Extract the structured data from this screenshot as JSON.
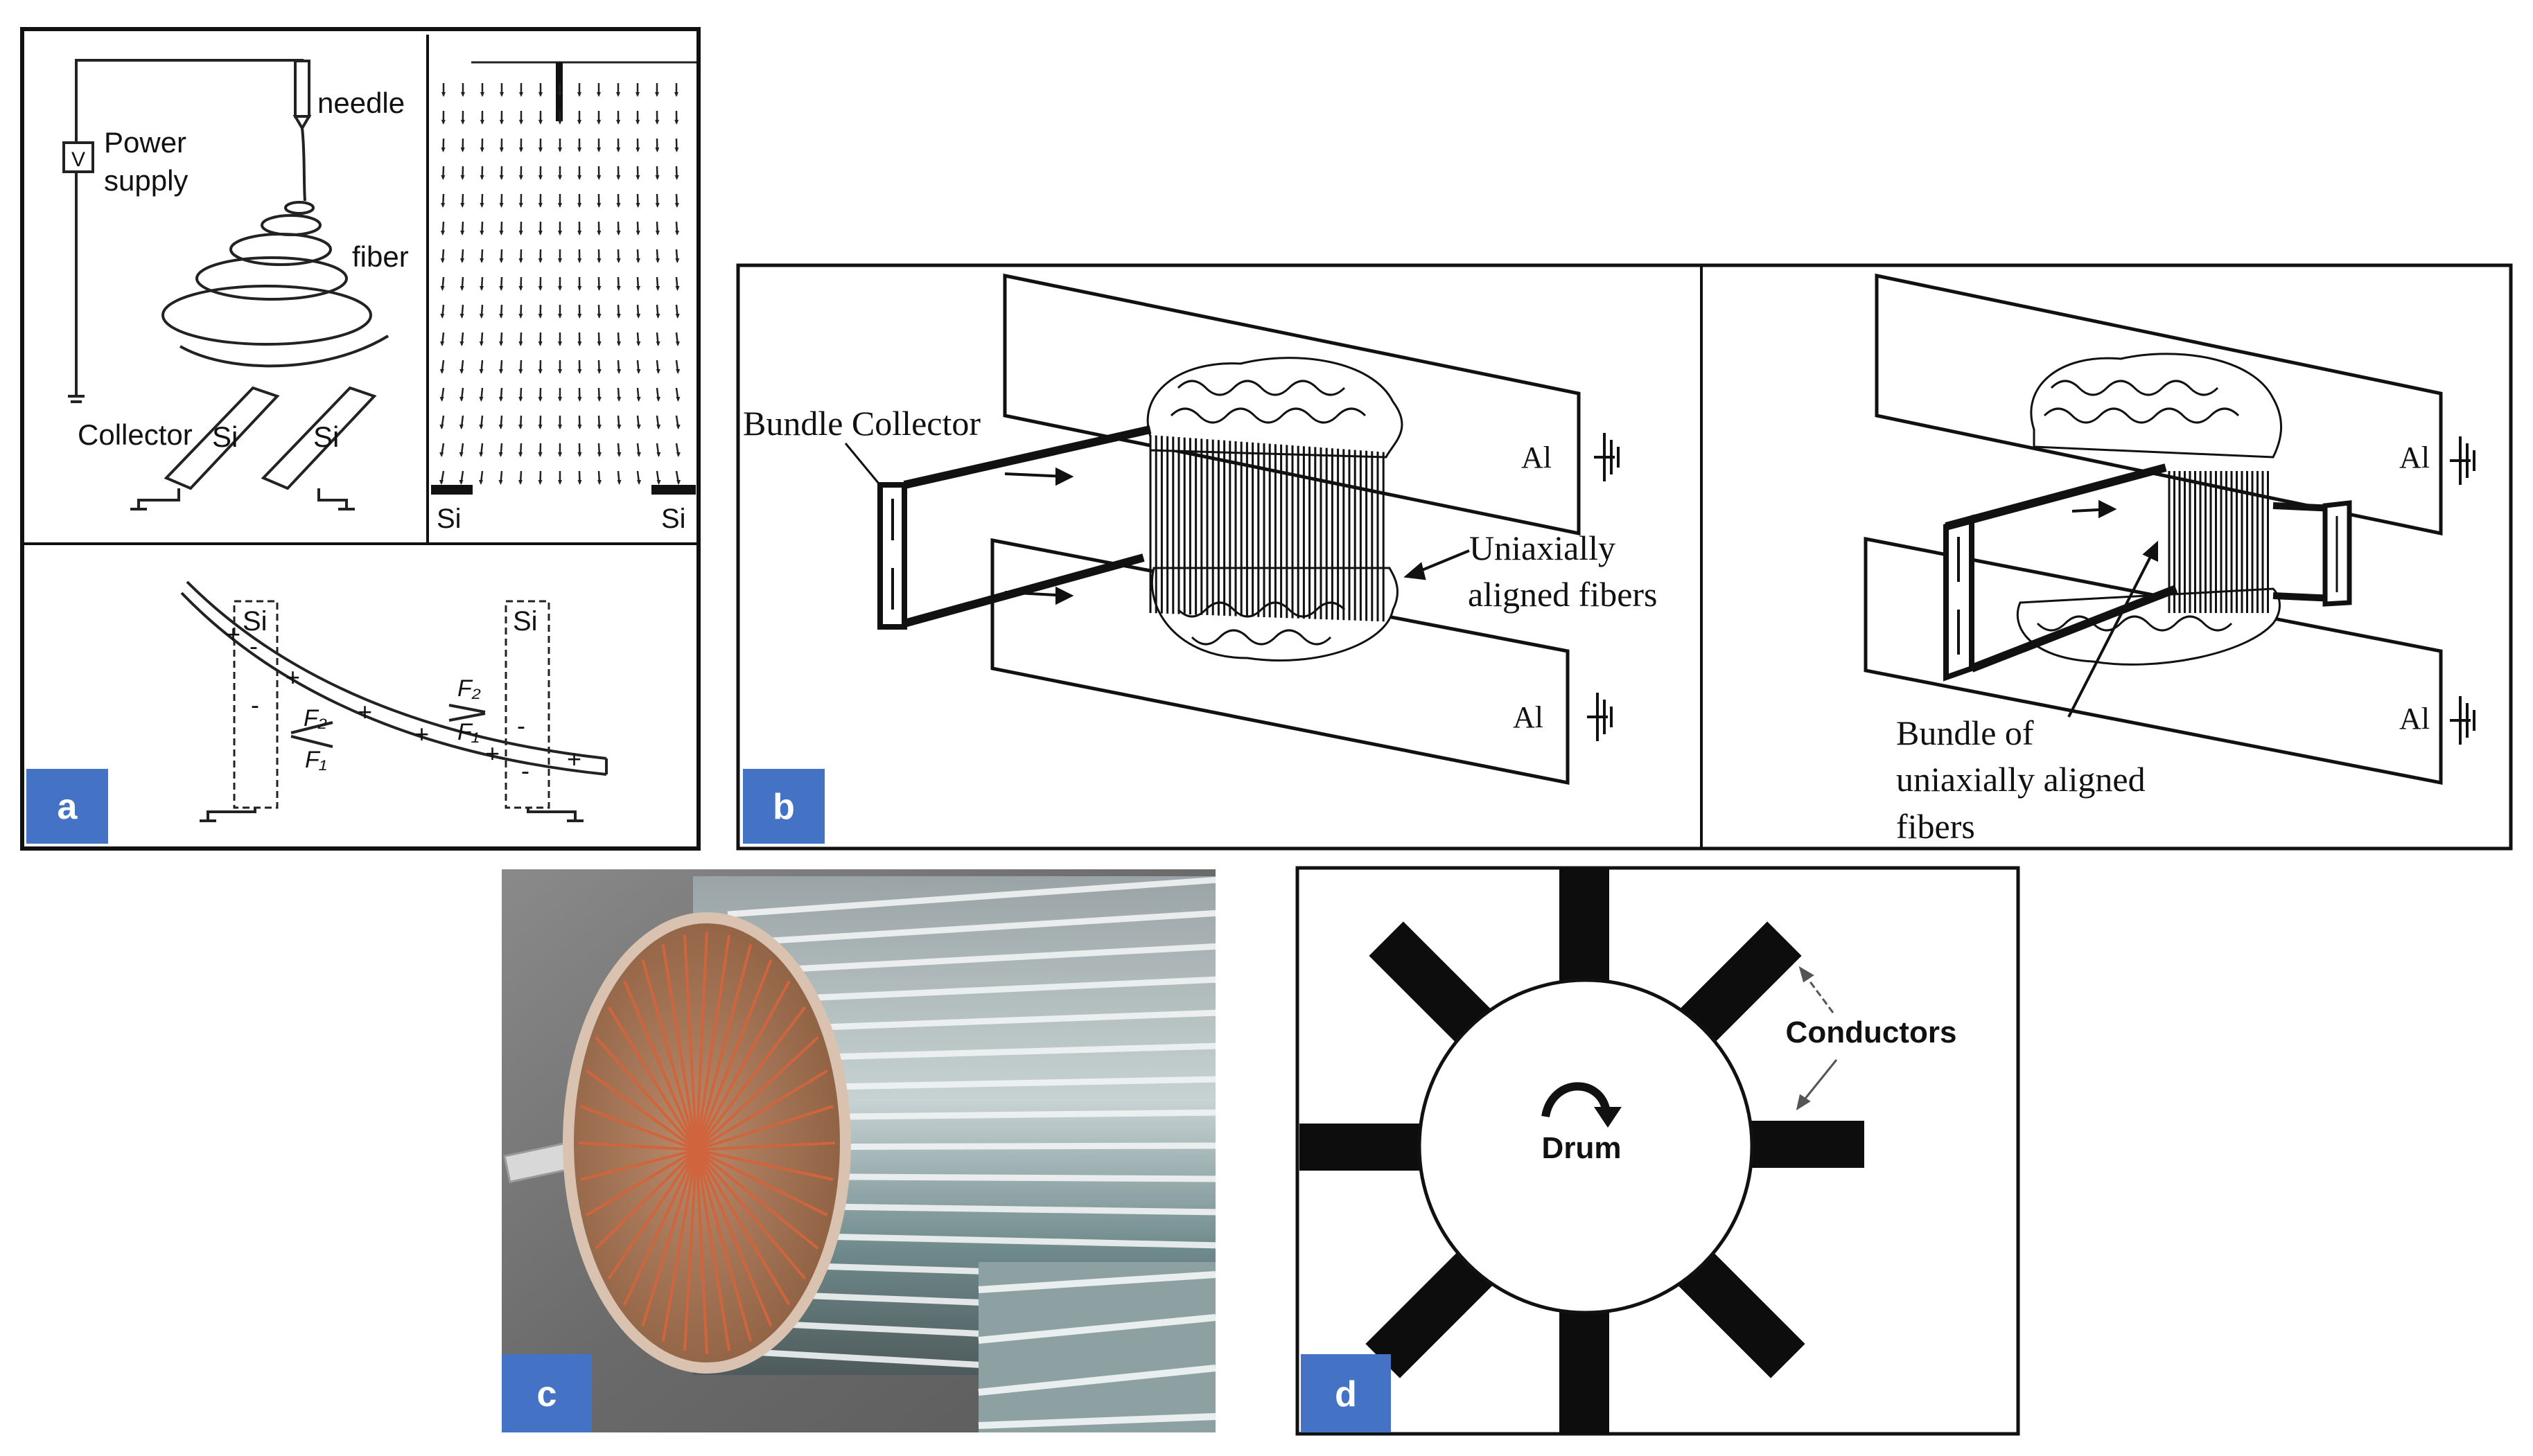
{
  "panel_a": {
    "badge": "a",
    "labels": {
      "needle": "needle",
      "v": "V",
      "power": "Power",
      "supply": "supply",
      "fiber": "fiber",
      "collector": "Collector",
      "si1": "Si",
      "si2": "Si",
      "field_si_left": "Si",
      "field_si_right": "Si",
      "bottom_si_left": "Si",
      "bottom_si_right": "Si",
      "f2_left": "F₂",
      "f1_left": "F₁",
      "f2_right": "F₂",
      "f1_right": "F₁"
    }
  },
  "panel_b": {
    "badge": "b",
    "labels": {
      "bundle_collector": "Bundle Collector",
      "uniaxially": "Uniaxially",
      "aligned_fibers": "aligned fibers",
      "al_top_left": "Al",
      "al_bottom_left": "Al",
      "al_top_right": "Al",
      "al_bottom_right": "Al",
      "bundle_of": "Bundle of",
      "uniaxially_aligned": "uniaxially aligned",
      "fibers": "fibers"
    }
  },
  "panel_c": {
    "badge": "c"
  },
  "panel_d": {
    "badge": "d",
    "labels": {
      "drum": "Drum",
      "conductors": "Conductors"
    }
  },
  "colors": {
    "badge": "#4472c4",
    "ink": "#111111",
    "copper": "#c8643c",
    "photo_bg": "#6f6f6f"
  }
}
